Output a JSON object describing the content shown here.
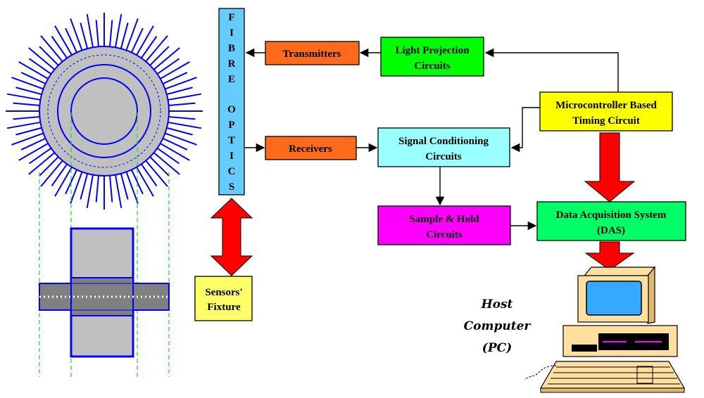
{
  "fibre_optics": {
    "letters": [
      "F",
      "I",
      "B",
      "R",
      "E",
      "O",
      "P",
      "T",
      "I",
      "C",
      "S"
    ]
  },
  "blocks": {
    "transmitters": {
      "label": "Transmitters"
    },
    "receivers": {
      "label": "Receivers"
    },
    "light_projection": {
      "line1": "Light Projection",
      "line2": "Circuits"
    },
    "signal_conditioning": {
      "line1": "Signal Conditioning",
      "line2": "Circuits"
    },
    "microcontroller": {
      "line1": "Microcontroller Based",
      "line2": "Timing Circuit"
    },
    "sample_hold": {
      "line1": "Sample & Hold",
      "line2": "Circuits"
    },
    "das": {
      "line1": "Data Acquisition System",
      "line2": "(DAS)"
    },
    "sensors_fixture": {
      "line1": "Sensors'",
      "line2": "Fixture"
    }
  },
  "host_computer": {
    "line1": "Host",
    "line2": "Computer",
    "line3": "(PC)"
  },
  "colors": {
    "orange": "#ff6b1a",
    "green": "#00ff00",
    "cyan": "#99ffff",
    "yellow": "#ffff00",
    "magenta": "#ff00ff",
    "fixture_yellow": "#ffff66",
    "light_blue": "#66ccff",
    "red_arrow": "#ff0000",
    "sensor_blue": "#0000ff",
    "sensor_grey": "#c0c0c0",
    "dash_green": "#33cc33",
    "computer_beige": "#ffe0a0",
    "screen_blue": "#33aaff"
  }
}
